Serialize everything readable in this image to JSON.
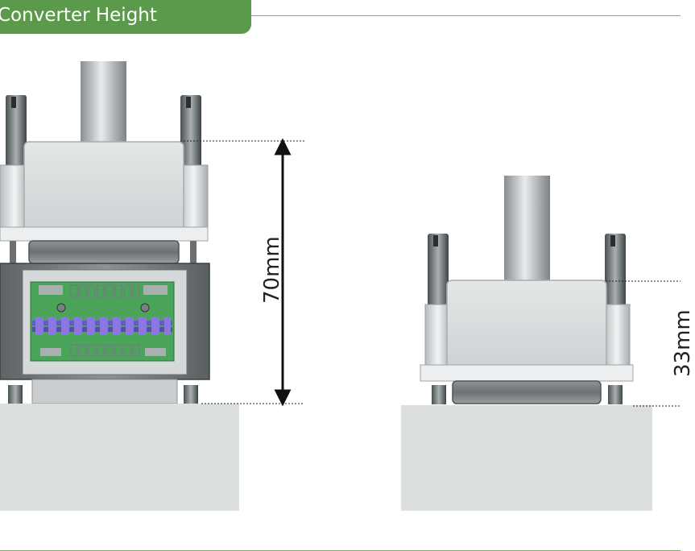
{
  "header": {
    "title": "Converter Height"
  },
  "dimensions": {
    "left_height": "70mm",
    "right_height": "33mm"
  },
  "colors": {
    "accent_green": "#5a9a4a",
    "line_green": "#7ab06a",
    "base_gray": "#dbe0de",
    "board_green": "#4aa55a"
  }
}
